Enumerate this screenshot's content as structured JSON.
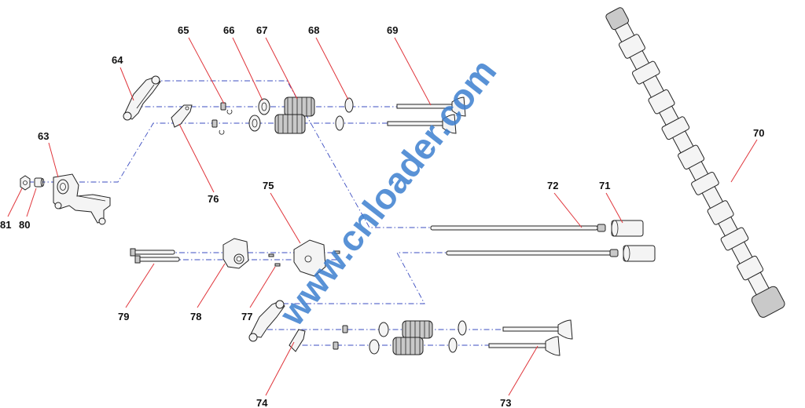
{
  "watermark": "www.cnloader.com",
  "callouts": {
    "n63": "63",
    "n64": "64",
    "n65": "65",
    "n66": "66",
    "n67": "67",
    "n68": "68",
    "n69": "69",
    "n70": "70",
    "n71": "71",
    "n72": "72",
    "n73": "73",
    "n74": "74",
    "n75": "75",
    "n76": "76",
    "n77": "77",
    "n78": "78",
    "n79": "79",
    "n80": "80",
    "n81": "81"
  },
  "colors": {
    "leader": "#e0353b",
    "centerline": "#3b4cc0",
    "watermark": "#3d7fd0"
  }
}
